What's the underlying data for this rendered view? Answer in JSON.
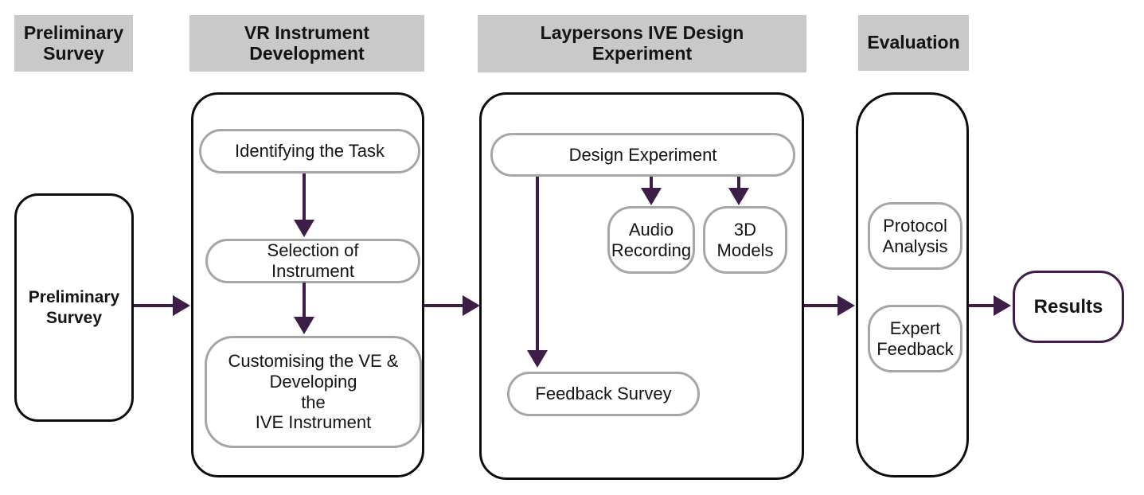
{
  "colors": {
    "accent": "#3c1e46",
    "header_bg": "#c9c9c9",
    "pill_border": "#a6a6a6",
    "container_border": "#0d0d0d",
    "text": "#141414"
  },
  "headers": [
    {
      "label": "Preliminary\nSurvey"
    },
    {
      "label": "VR Instrument\nDevelopment"
    },
    {
      "label": "Laypersons IVE Design\nExperiment"
    },
    {
      "label": "Evaluation"
    }
  ],
  "stages": {
    "preliminary": {
      "box_label": "Preliminary\nSurvey"
    },
    "vr": {
      "steps": [
        {
          "label": "Identifying the Task"
        },
        {
          "label": "Selection of\nInstrument"
        },
        {
          "label": "Customising the VE &\nDeveloping\nthe\nIVE Instrument"
        }
      ]
    },
    "laypersons": {
      "main": "Design Experiment",
      "outputs": [
        {
          "label": "Audio\nRecording"
        },
        {
          "label": "3D\nModels"
        }
      ],
      "survey": "Feedback Survey"
    },
    "evaluation": {
      "methods": [
        {
          "label": "Protocol\nAnalysis"
        },
        {
          "label": "Expert\nFeedback"
        }
      ]
    },
    "results": {
      "label": "Results"
    }
  }
}
